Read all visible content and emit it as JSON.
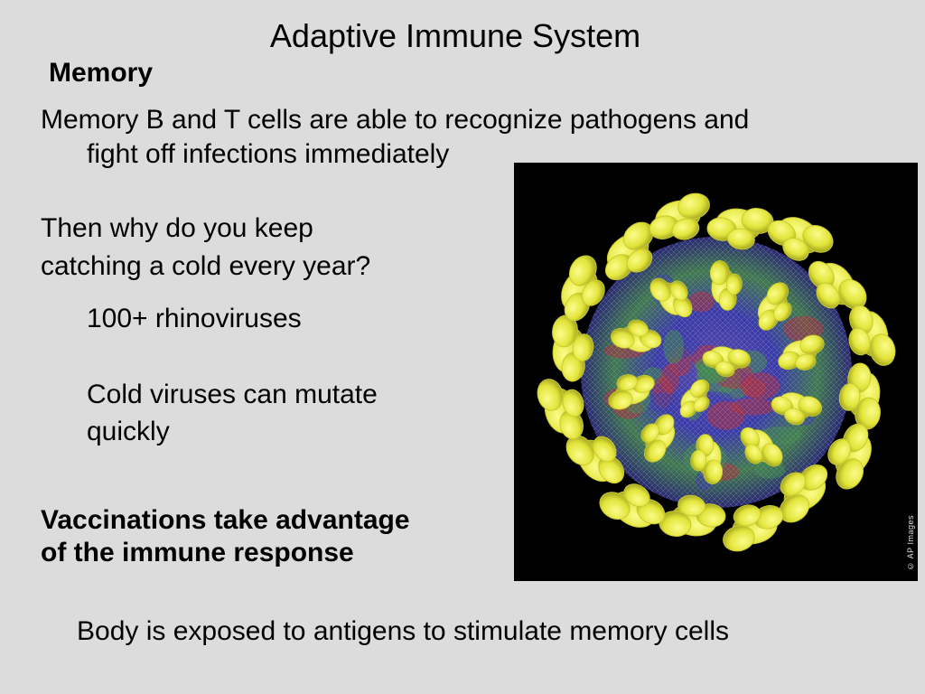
{
  "slide": {
    "title": "Adaptive Immune System",
    "subtitle": "Memory",
    "paragraph_memory": {
      "line1": "Memory B and T cells are able to recognize pathogens and",
      "line2": "fight off infections immediately"
    },
    "paragraph_why": {
      "line1": "Then why do you keep",
      "line2": "catching a cold every year?"
    },
    "point_rhinoviruses": "100+ rhinoviruses",
    "point_mutate": "Cold viruses can mutate quickly",
    "vaccination": {
      "line1": "Vaccinations take advantage",
      "line2": "of the immune response"
    },
    "body_exposure": "Body is exposed to antigens to stimulate memory cells"
  },
  "image": {
    "subject": "rhinovirus-model",
    "credit": "© AP Images",
    "colors": {
      "background": "#000000",
      "spike": "#e8ea3a",
      "core_blue": "#3a3aa8",
      "core_green": "#3f8a4a",
      "core_red": "#b0303a"
    }
  },
  "theme": {
    "slide_background": "#dcdcdc",
    "text_color": "#000000"
  }
}
